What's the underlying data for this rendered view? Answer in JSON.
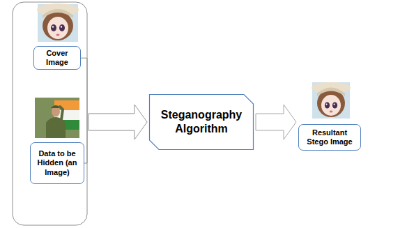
{
  "diagram": {
    "nodes": [
      {
        "text": [
          "Cover Image"
        ]
      },
      {
        "text": [
          "Data to be Hidden (an Image)"
        ]
      },
      {
        "text": [
          "Steganography Algorithm"
        ]
      },
      {
        "text": [
          "Resultant Stego Image"
        ]
      }
    ],
    "edges": [
      {
        "from": 0,
        "to": 2,
        "arrow": "to"
      },
      {
        "from": 1,
        "to": 2,
        "arrow": "to"
      },
      {
        "from": 2,
        "to": 3,
        "arrow": "to"
      }
    ]
  }
}
